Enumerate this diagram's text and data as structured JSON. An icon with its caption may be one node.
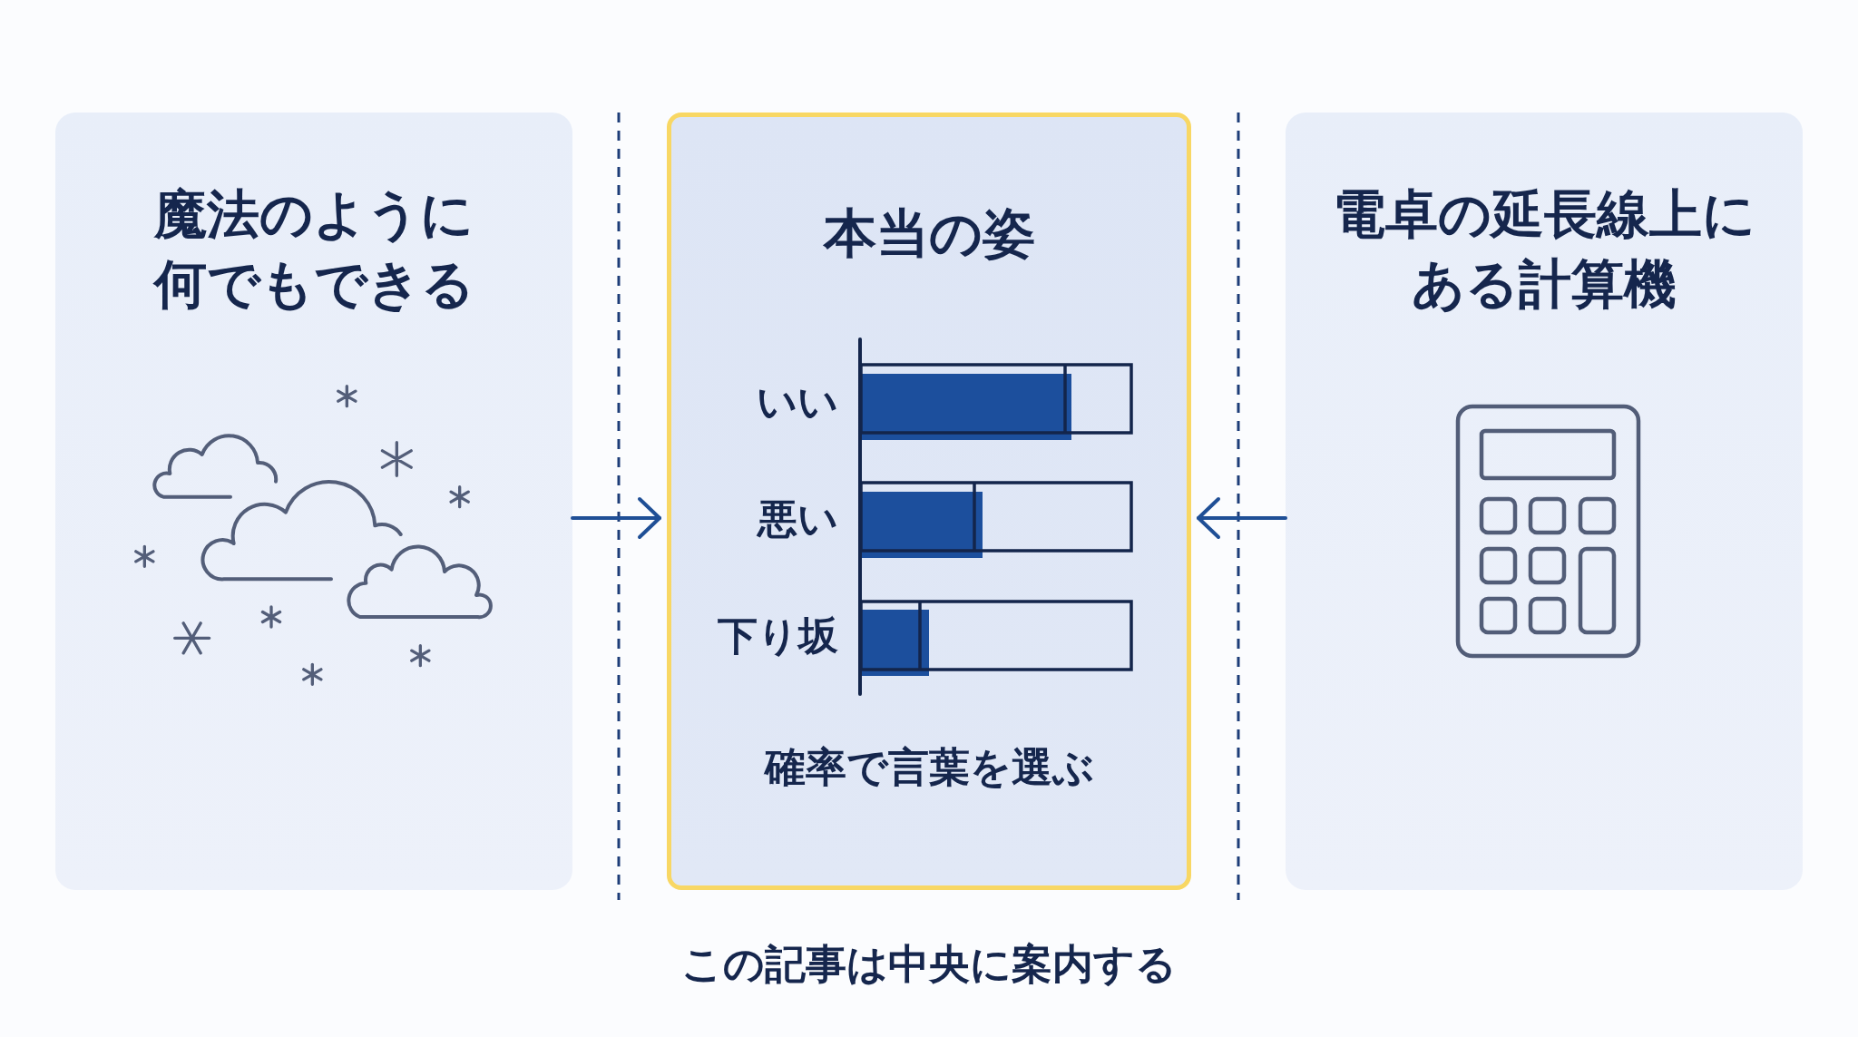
{
  "diagram": {
    "caption": "この記事は中央に案内する",
    "nodes": [
      {
        "text": [
          "魔法のように何でもできる"
        ]
      },
      {
        "text": [
          "本当の姿",
          "確率で言葉を選ぶ"
        ]
      },
      {
        "text": [
          "電卓の延長線上にある計算機"
        ]
      }
    ],
    "edges": [
      {
        "from": 0,
        "to": 1,
        "arrow": "to"
      },
      {
        "from": 2,
        "to": 1,
        "arrow": "to"
      }
    ],
    "labels": [
      "いい",
      "悪い",
      "下り坂"
    ]
  }
}
